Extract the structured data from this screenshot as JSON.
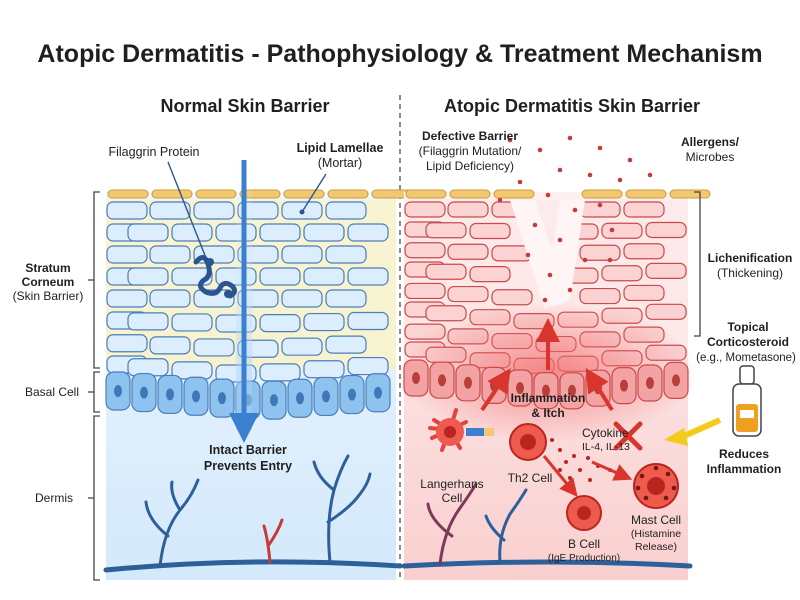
{
  "title": "Atopic Dermatitis - Pathophysiology & Treatment Mechanism",
  "normal": {
    "heading": "Normal Skin Barrier",
    "filaggrin": "Filaggrin Protein",
    "lipid_title": "Lipid Lamellae",
    "lipid_sub": "(Mortar)",
    "intact_1": "Intact Barrier",
    "intact_2": "Prevents Entry"
  },
  "layers": {
    "sc_1": "Stratum",
    "sc_2": "Corneum",
    "sc_3": "(Skin Barrier)",
    "basal": "Basal Cell",
    "dermis": "Dermis"
  },
  "ad": {
    "heading": "Atopic Dermatitis Skin Barrier",
    "defective_title": "Defective Barrier",
    "defective_1": "(Filaggrin Mutation/",
    "defective_2": "Lipid Deficiency)",
    "allergens_1": "Allergens/",
    "allergens_2": "Microbes",
    "lichen_title": "Lichenification",
    "lichen_sub": "(Thickening)",
    "steroid_1": "Topical",
    "steroid_2": "Corticosteroid",
    "steroid_3": "(e.g., Mometasone)",
    "inflam_1": "Inflammation",
    "inflam_2": "& Itch",
    "cytokine_1": "Cytokine",
    "cytokine_2": "IL-4, IL-13",
    "reduces_1": "Reduces",
    "reduces_2": "Inflammation",
    "langerhans_1": "Langerhans",
    "langerhans_2": "Cell",
    "th2": "Th2 Cell",
    "bcell_1": "B Cell",
    "bcell_2": "(IgE Production)",
    "mast_1": "Mast Cell",
    "mast_2": "(Histamine",
    "mast_3": "Release)"
  },
  "colors": {
    "normal_bg": "#dcefff",
    "ad_bg": "#fde3e3",
    "normal_cell": "#dceefe",
    "normal_cell_stroke": "#4a7eb8",
    "basal_cell": "#8ec2ef",
    "ad_cell": "#fbd3d3",
    "ad_cell_stroke": "#c94a4a",
    "lipid": "#fbf3c4",
    "arrow_blue": "#3a7fd0",
    "arrow_red": "#d9352f",
    "cap": "#f2c970",
    "vessel_blue": "#2d5f9a",
    "vessel_red": "#c63a3a"
  }
}
